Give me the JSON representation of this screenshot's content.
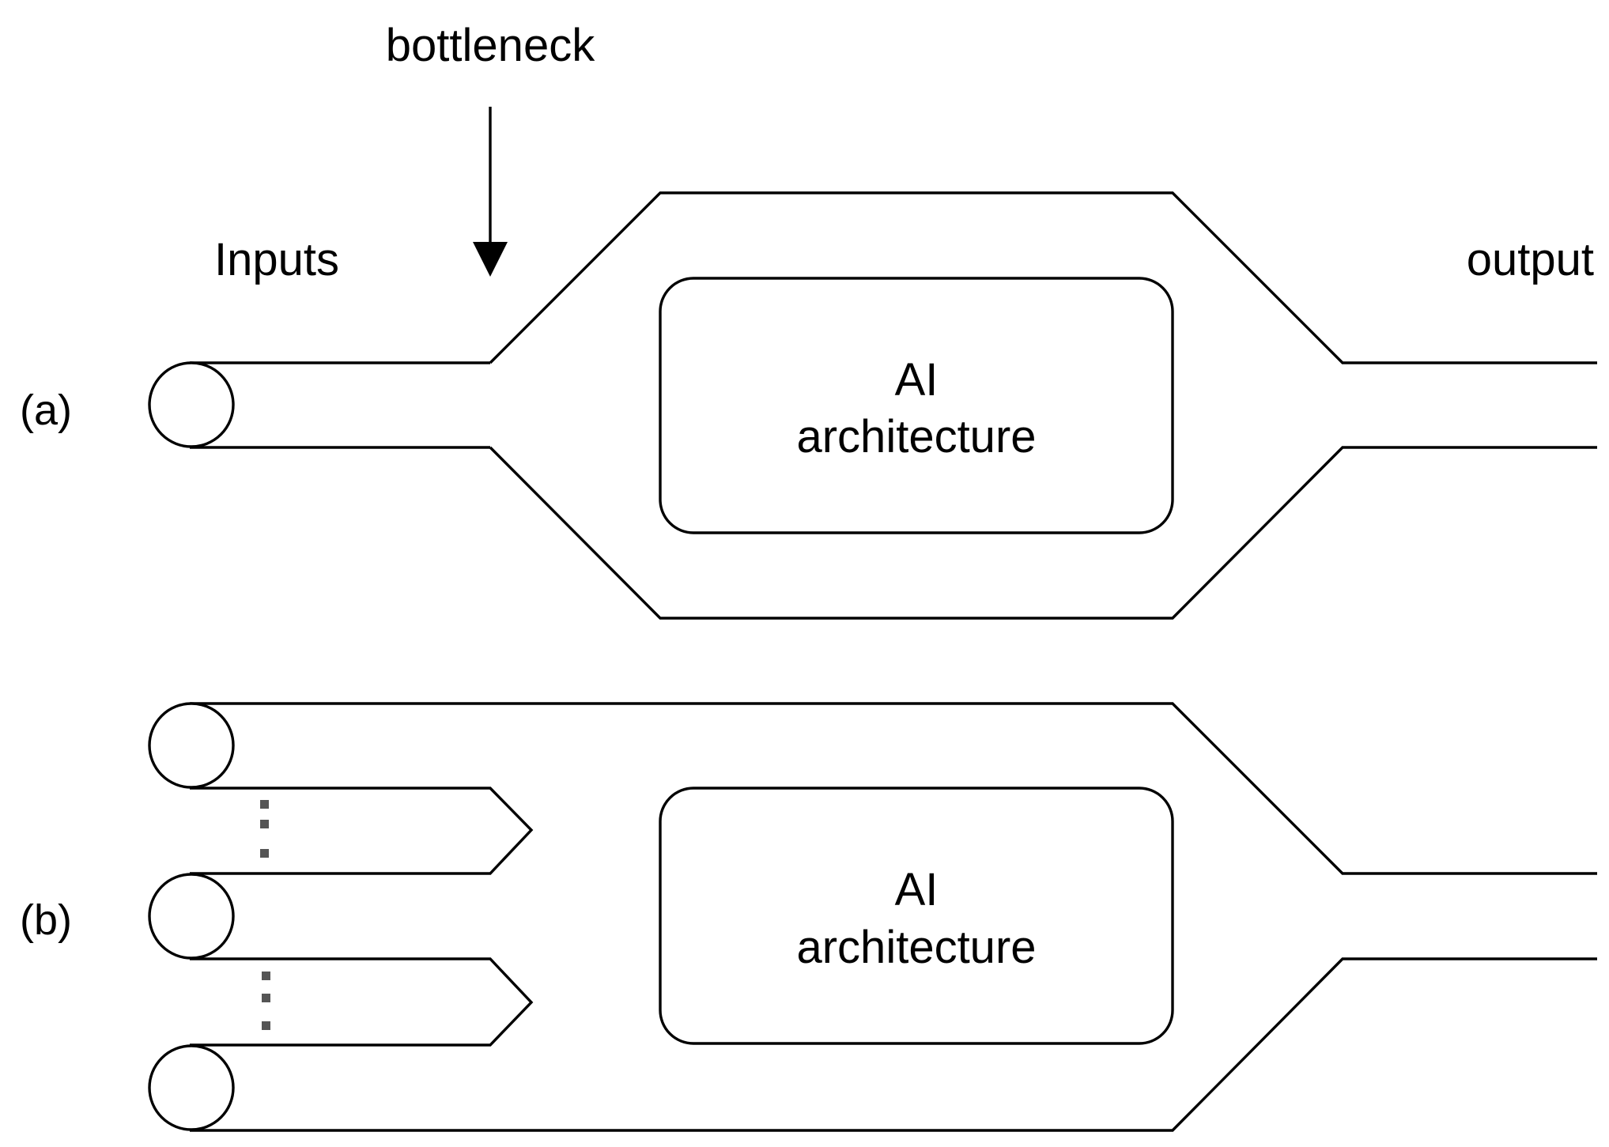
{
  "labels": {
    "bottleneck": "bottleneck",
    "inputs": "Inputs",
    "output": "output",
    "panel_a": "(a)",
    "panel_b": "(b)"
  },
  "panel_a": {
    "box_line1": "AI",
    "box_line2": "architecture"
  },
  "panel_b": {
    "box_line1": "AI",
    "box_line2": "architecture"
  },
  "colors": {
    "stroke": "#000000",
    "background": "#ffffff",
    "dots": "#555555"
  }
}
